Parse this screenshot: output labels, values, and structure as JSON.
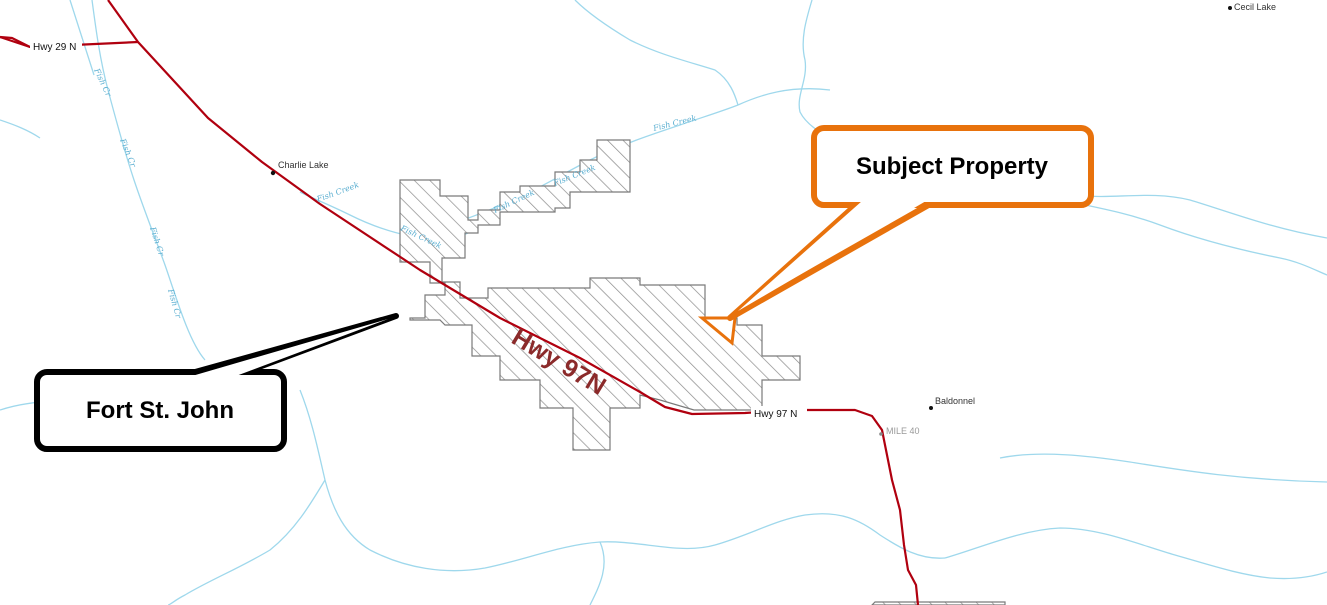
{
  "map": {
    "places": {
      "cecil_lake": "Cecil Lake",
      "charlie_lake": "Charlie Lake",
      "baldonnel": "Baldonnel",
      "mile_40": "MILE 40"
    },
    "highways": {
      "hwy_29_n": "Hwy 29 N",
      "hwy_97_n_small": "Hwy 97 N",
      "hwy_97_n_large": "Hwy 97N"
    },
    "creeks": {
      "fish_creek": "Fish Creek",
      "fish_cr": "Fish Cr"
    },
    "callouts": {
      "fort_st_john": "Fort St. John",
      "subject_property": "Subject Property"
    },
    "colors": {
      "road": "#b0000f",
      "river": "#9fd8ec",
      "callout_orange": "#e8720c",
      "callout_black": "#000000",
      "hwy_label": "#8b2a2a"
    }
  }
}
